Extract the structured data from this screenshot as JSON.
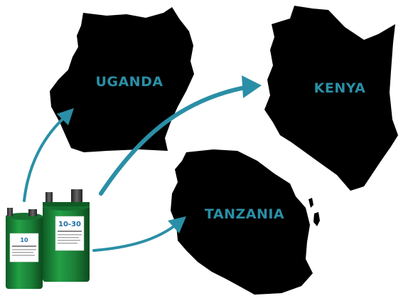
{
  "countries": {
    "uganda": {
      "label": "UGANDA"
    },
    "kenya": {
      "label": "KENYA"
    },
    "tanzania": {
      "label": "TANZANIA"
    }
  },
  "products": {
    "small_unit": {
      "label_number": "10"
    },
    "large_unit": {
      "label_number": "10-30"
    }
  },
  "colors": {
    "map_fill": "#000000",
    "label_text": "#2a8fa6",
    "arrow": "#2a8fa6",
    "tank_green": "#1e8a3c"
  }
}
